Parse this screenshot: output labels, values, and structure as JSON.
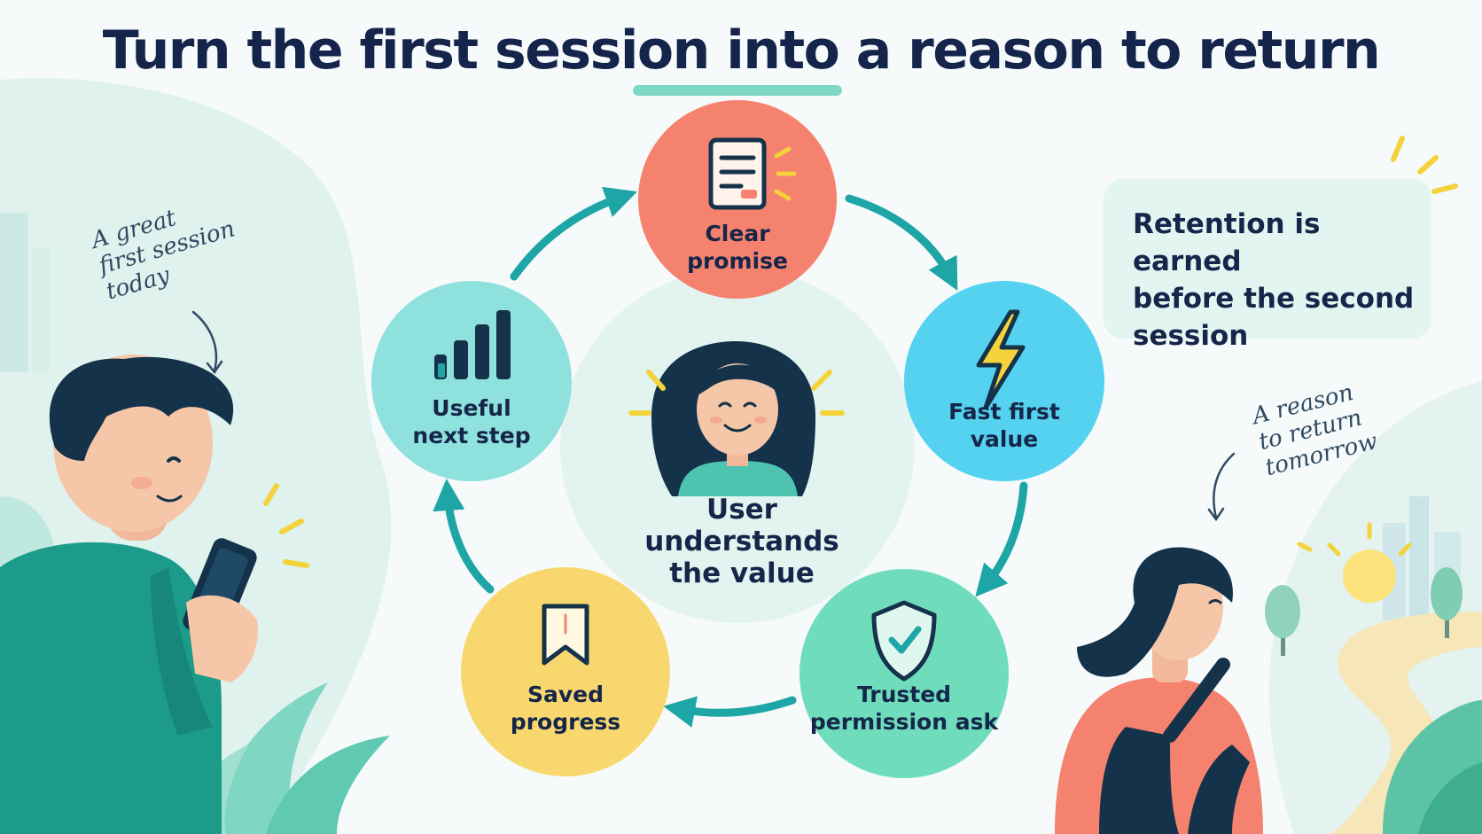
{
  "title": "Turn the first session into a reason to return",
  "cycle": {
    "nodes": [
      {
        "id": "clear-promise",
        "label": "Clear\npromise",
        "color": "#f5826e",
        "icon": "document-icon"
      },
      {
        "id": "fast-first-value",
        "label": "Fast first\nvalue",
        "color": "#55d2ef",
        "icon": "lightning-icon"
      },
      {
        "id": "trusted-permission-ask",
        "label": "Trusted\npermission ask",
        "color": "#6fdcbb",
        "icon": "shield-check-icon"
      },
      {
        "id": "saved-progress",
        "label": "Saved\nprogress",
        "color": "#f8d86e",
        "icon": "bookmark-icon"
      },
      {
        "id": "useful-next-step",
        "label": "Useful\nnext step",
        "color": "#8fe1de",
        "icon": "bar-chart-icon"
      }
    ],
    "center": {
      "label": "User\nunderstands\nthe value",
      "icon": "happy-user-icon"
    },
    "arrow_color": "#1ea5a5"
  },
  "callout": {
    "text": "Retention is earned\nbefore the second\nsession"
  },
  "annotations": {
    "left": "A great\nfirst session\ntoday",
    "right": "A reason\nto return\ntomorrow"
  },
  "colors": {
    "title": "#14244a",
    "accent_underline": "#7fd8c6",
    "teal_shirt": "#1c9b8a",
    "hair": "#14324a",
    "spark": "#f4d23a"
  }
}
